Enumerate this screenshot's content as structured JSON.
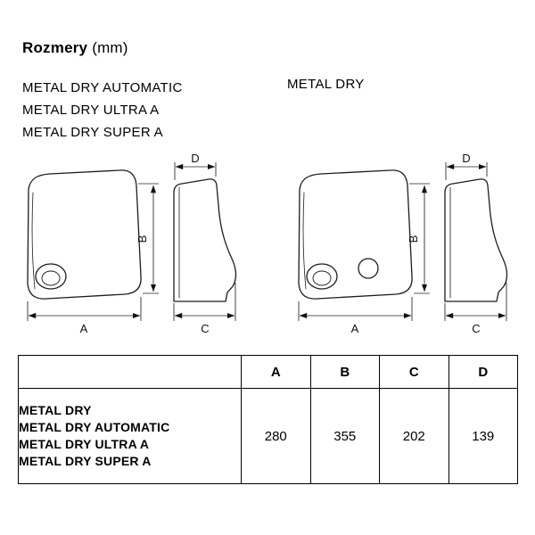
{
  "colors": {
    "background": "#ffffff",
    "ink": "#1a1a1a",
    "table_border": "#000000"
  },
  "title": {
    "main": "Rozmery",
    "unit": "(mm)"
  },
  "variant_labels": {
    "left_lines": [
      "METAL DRY AUTOMATIC",
      "METAL DRY ULTRA A",
      "METAL DRY SUPER A"
    ],
    "right": "METAL DRY"
  },
  "dims": {
    "A": "A",
    "B": "B",
    "C": "C",
    "D": "D"
  },
  "table": {
    "col_headers": [
      "A",
      "B",
      "C",
      "D"
    ],
    "row_models": [
      "METAL DRY",
      "METAL DRY AUTOMATIC",
      "METAL DRY ULTRA A",
      "METAL DRY SUPER A"
    ],
    "values": {
      "A": "280",
      "B": "355",
      "C": "202",
      "D": "139"
    }
  }
}
